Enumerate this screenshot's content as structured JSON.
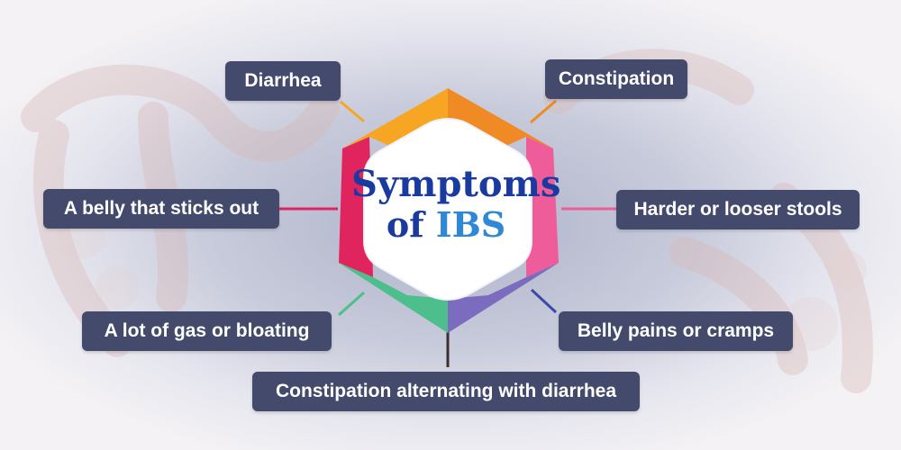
{
  "title": {
    "line1": "Symptoms",
    "line2_prefix": "of",
    "line2_accent": "IBS"
  },
  "symptoms": {
    "diarrhea": "Diarrhea",
    "constipation": "Constipation",
    "belly_sticks_out": "A belly that sticks out",
    "harder_looser": "Harder or looser stools",
    "gas_bloating": "A lot of gas or bloating",
    "belly_pains": "Belly pains or cramps",
    "alternating": "Constipation alternating with diarrhea"
  },
  "colors": {
    "box": "#444a6b",
    "segment_top": "#f6a623",
    "segment_top_right": "#f08a24",
    "segment_right": "#ef5c9a",
    "segment_bottom_right": "#7b6cc0",
    "segment_bottom_left": "#4cbf8c",
    "segment_left": "#e0245e",
    "title": "#1a3aa0",
    "title_accent": "#2f88d6"
  }
}
